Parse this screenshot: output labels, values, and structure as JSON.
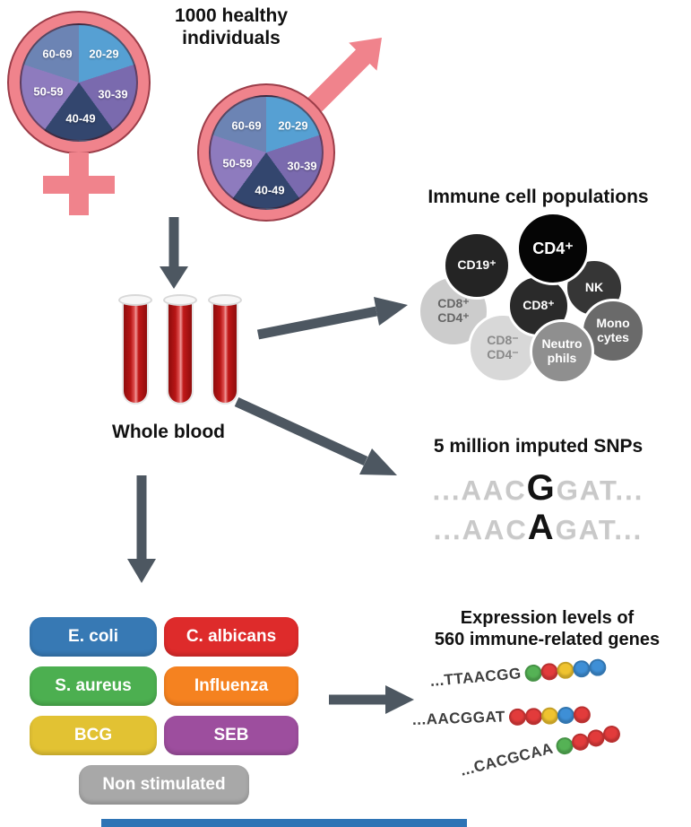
{
  "title": {
    "line1": "1000 healthy",
    "line2": "individuals"
  },
  "demographics": {
    "symbol_color": "#F0838C",
    "age_groups": [
      {
        "label": "20-29",
        "color": "#56A0D3"
      },
      {
        "label": "30-39",
        "color": "#7A6AAE"
      },
      {
        "label": "40-49",
        "color": "#33466E"
      },
      {
        "label": "50-59",
        "color": "#8E7BBE"
      },
      {
        "label": "60-69",
        "color": "#6C84B4"
      }
    ]
  },
  "blood": {
    "label": "Whole blood"
  },
  "immune": {
    "title": "Immune cell populations",
    "cells": [
      {
        "label": "CD8⁺\nCD4⁺",
        "color": "#cccccc",
        "text_color": "#666666"
      },
      {
        "label": "CD19⁺",
        "color": "#242424",
        "text_color": "#ffffff"
      },
      {
        "label": "NK",
        "color": "#363636",
        "text_color": "#ffffff"
      },
      {
        "label": "CD8⁻\nCD4⁻",
        "color": "#d8d8d8",
        "text_color": "#8a8a8a"
      },
      {
        "label": "Mono\ncytes",
        "color": "#6a6a6a",
        "text_color": "#ffffff"
      },
      {
        "label": "CD8⁺",
        "color": "#2a2a2a",
        "text_color": "#ffffff"
      },
      {
        "label": "Neutro\nphils",
        "color": "#8f8f8f",
        "text_color": "#ffffff"
      },
      {
        "label": "CD4⁺",
        "color": "#050505",
        "text_color": "#ffffff"
      }
    ]
  },
  "snps": {
    "title": "5 million imputed SNPs",
    "rows": [
      {
        "pre": "...AAC",
        "bold": "G",
        "post": "GAT..."
      },
      {
        "pre": "...AAC",
        "bold": "A",
        "post": "GAT..."
      }
    ]
  },
  "stimuli": {
    "items": [
      {
        "label": "E. coli",
        "color": "#3779B4"
      },
      {
        "label": "C. albicans",
        "color": "#DE2B2B"
      },
      {
        "label": "S. aureus",
        "color": "#4CAF50"
      },
      {
        "label": "Influenza",
        "color": "#F58220"
      },
      {
        "label": "BCG",
        "color": "#E2C233"
      },
      {
        "label": "SEB",
        "color": "#9D4E9E"
      },
      {
        "label": "Non stimulated",
        "color": "#A8A8A8"
      }
    ]
  },
  "expression": {
    "title_line1": "Expression levels of",
    "title_line2": "560 immune-related genes",
    "rows": [
      {
        "seq": "...TTAACGG",
        "dots": [
          "#55B255",
          "#E23B3B",
          "#EFC32F",
          "#3E8FD6",
          "#3E8FD6"
        ]
      },
      {
        "seq": "...AACGGAT",
        "dots": [
          "#E23B3B",
          "#E23B3B",
          "#EFC32F",
          "#3E8FD6",
          "#E23B3B"
        ]
      },
      {
        "seq": "...CACGCAA",
        "dots": [
          "#55B255",
          "#E23B3B",
          "#E23B3B",
          "#E23B3B"
        ]
      }
    ]
  },
  "misc": {
    "arrow_color": "#4D5761",
    "bottom_bar_color": "#2E74B5"
  }
}
